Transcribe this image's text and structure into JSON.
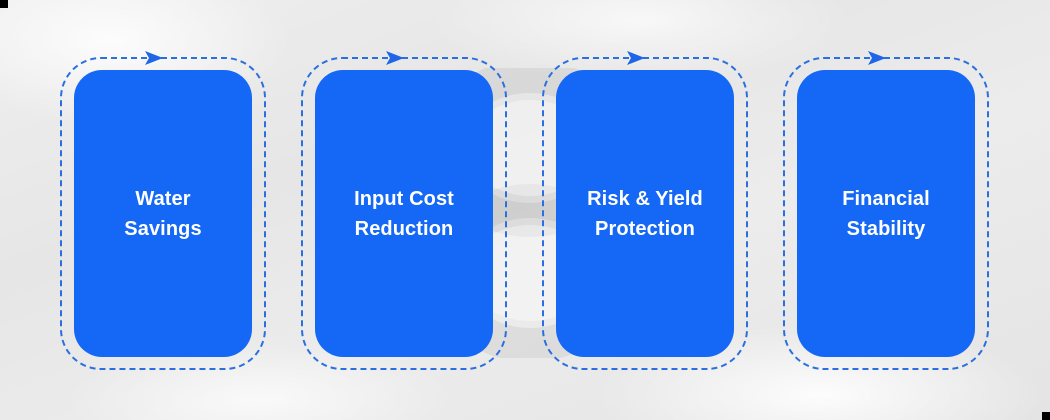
{
  "diagram": {
    "type": "horizontal-process-cards",
    "colors": {
      "card_fill": "#1568f5",
      "dashed_outline": "#2a6fe0",
      "text": "#ffffff",
      "background": "#ebebeb"
    },
    "steps": [
      {
        "lines": [
          "Water",
          "Savings"
        ],
        "arrow": "right"
      },
      {
        "lines": [
          "Input Cost",
          "Reduction"
        ],
        "arrow": "right"
      },
      {
        "lines": [
          "Risk & Yield",
          "Protection"
        ],
        "arrow": "right"
      },
      {
        "lines": [
          "Financial",
          "Stability"
        ],
        "arrow": "right"
      }
    ],
    "watermark_icon": "figure-eight-watermark"
  }
}
